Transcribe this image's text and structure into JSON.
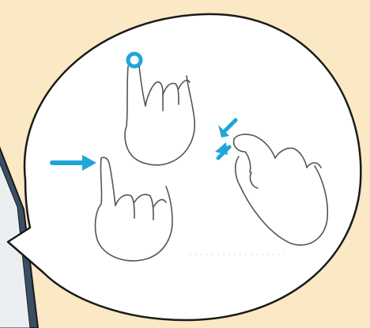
{
  "colors": {
    "background": "#fbe8c4",
    "bubble_fill": "#ffffff",
    "outline": "#1a1a1a",
    "device_frame": "#3a4f66",
    "device_screen": "#eceff1",
    "gesture_accent": "#1fa6d9"
  },
  "illustration": {
    "kind": "speech-bubble-gesture-guide",
    "gestures": [
      {
        "name": "tap",
        "icon": "tap-gesture-icon"
      },
      {
        "name": "swipe",
        "icon": "swipe-gesture-icon"
      },
      {
        "name": "pinch",
        "icon": "pinch-gesture-icon"
      }
    ]
  }
}
